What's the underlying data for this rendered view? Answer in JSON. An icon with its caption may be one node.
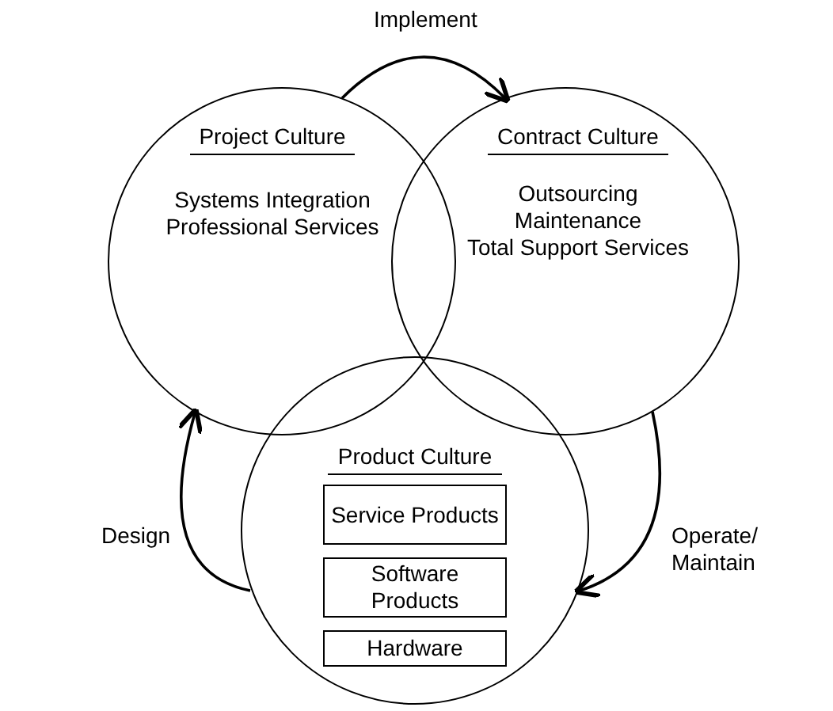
{
  "diagram": {
    "nodes": [
      {
        "text": [
          "Project Culture",
          "Systems Integration",
          "Professional Services"
        ]
      },
      {
        "text": [
          "Contract Culture",
          "Outsourcing",
          "Maintenance",
          "Total Support Services"
        ]
      },
      {
        "text": [
          "Product Culture"
        ]
      },
      {
        "text": [
          "Service Products"
        ],
        "in": 2
      },
      {
        "text": [
          "Software Products"
        ],
        "in": 2
      },
      {
        "text": [
          "Hardware"
        ],
        "in": 2
      }
    ],
    "edges": [
      {
        "from": 0,
        "to": 1,
        "arrow": "to",
        "label": "Implement"
      },
      {
        "from": 1,
        "to": 2,
        "arrow": "to",
        "label": "Operate/ Maintain"
      },
      {
        "from": 2,
        "to": 0,
        "arrow": "to",
        "label": "Design"
      }
    ]
  }
}
